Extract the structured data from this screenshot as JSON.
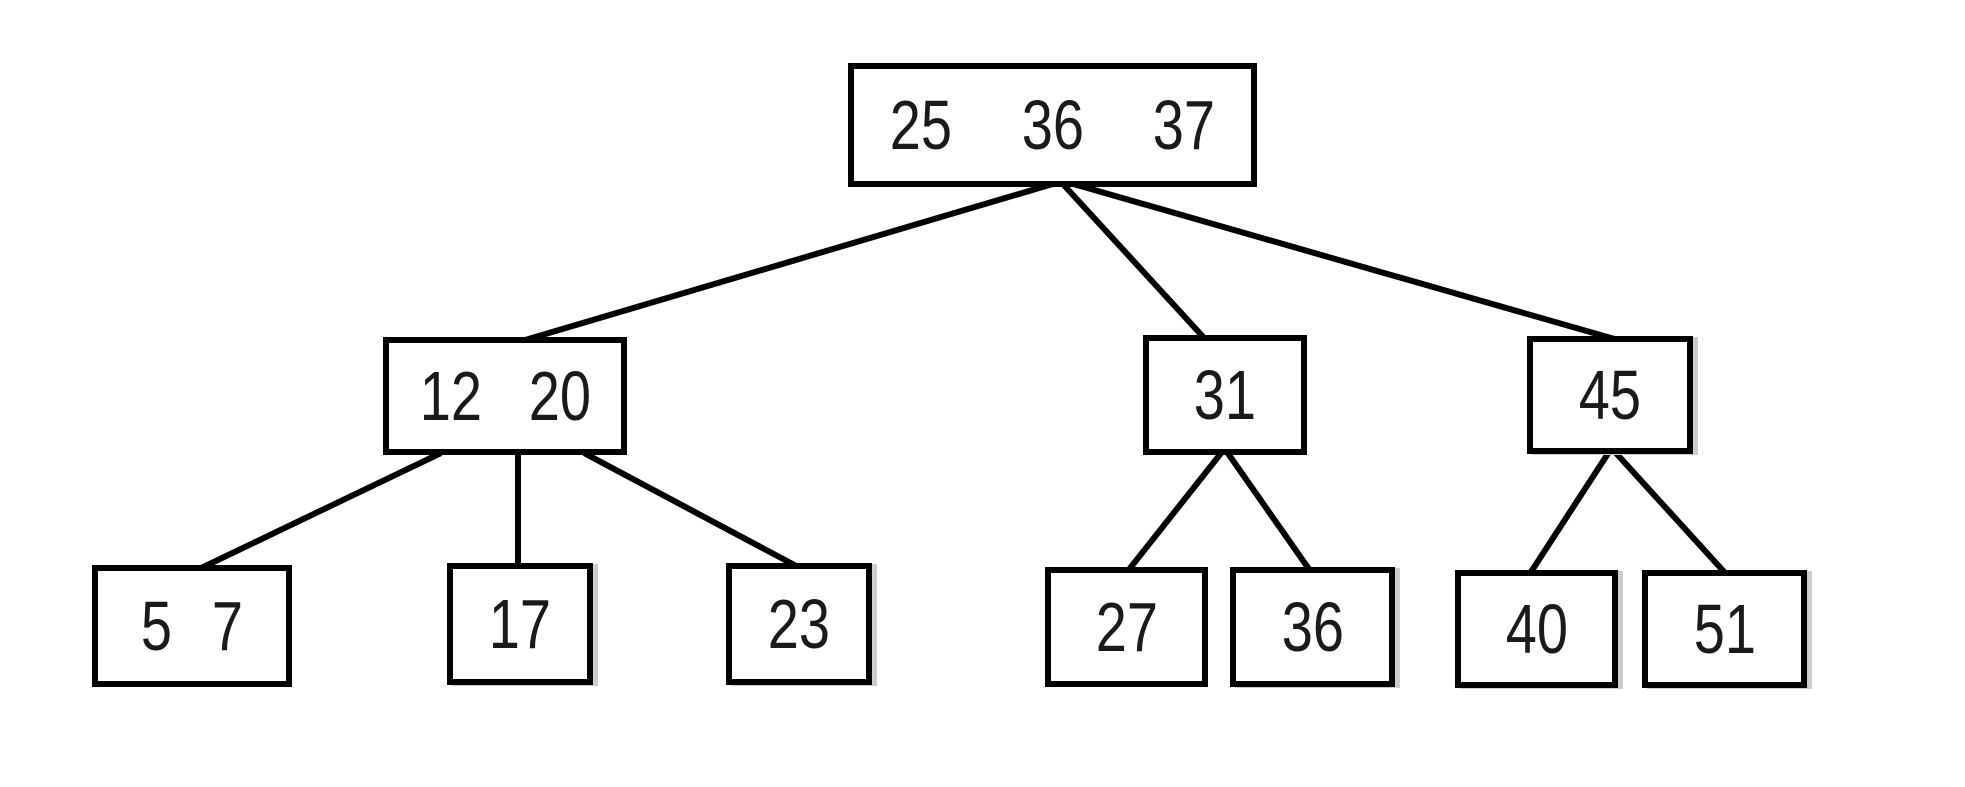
{
  "diagram": {
    "type": "B-tree",
    "background_color": "#ffffff",
    "node_border_color": "#000000",
    "edge_color": "#000000",
    "text_color": "#1a1a1a",
    "nodes": {
      "root": {
        "keys": [
          "25",
          "36",
          "37"
        ]
      },
      "internal_left": {
        "keys": [
          "12",
          "20"
        ]
      },
      "internal_middle": {
        "keys": [
          "31"
        ]
      },
      "internal_right": {
        "keys": [
          "45"
        ]
      },
      "leaf_5_7": {
        "keys": [
          "5",
          "7"
        ]
      },
      "leaf_17": {
        "keys": [
          "17"
        ]
      },
      "leaf_23": {
        "keys": [
          "23"
        ]
      },
      "leaf_27": {
        "keys": [
          "27"
        ]
      },
      "leaf_36": {
        "keys": [
          "36"
        ]
      },
      "leaf_40": {
        "keys": [
          "40"
        ]
      },
      "leaf_51": {
        "keys": [
          "51"
        ]
      }
    },
    "edges": [
      {
        "from": "root",
        "to": "internal_left"
      },
      {
        "from": "root",
        "to": "internal_middle"
      },
      {
        "from": "root",
        "to": "internal_right"
      },
      {
        "from": "internal_left",
        "to": "leaf_5_7"
      },
      {
        "from": "internal_left",
        "to": "leaf_17"
      },
      {
        "from": "internal_left",
        "to": "leaf_23"
      },
      {
        "from": "internal_middle",
        "to": "leaf_27"
      },
      {
        "from": "internal_middle",
        "to": "leaf_36"
      },
      {
        "from": "internal_right",
        "to": "leaf_40"
      },
      {
        "from": "internal_right",
        "to": "leaf_51"
      }
    ]
  }
}
